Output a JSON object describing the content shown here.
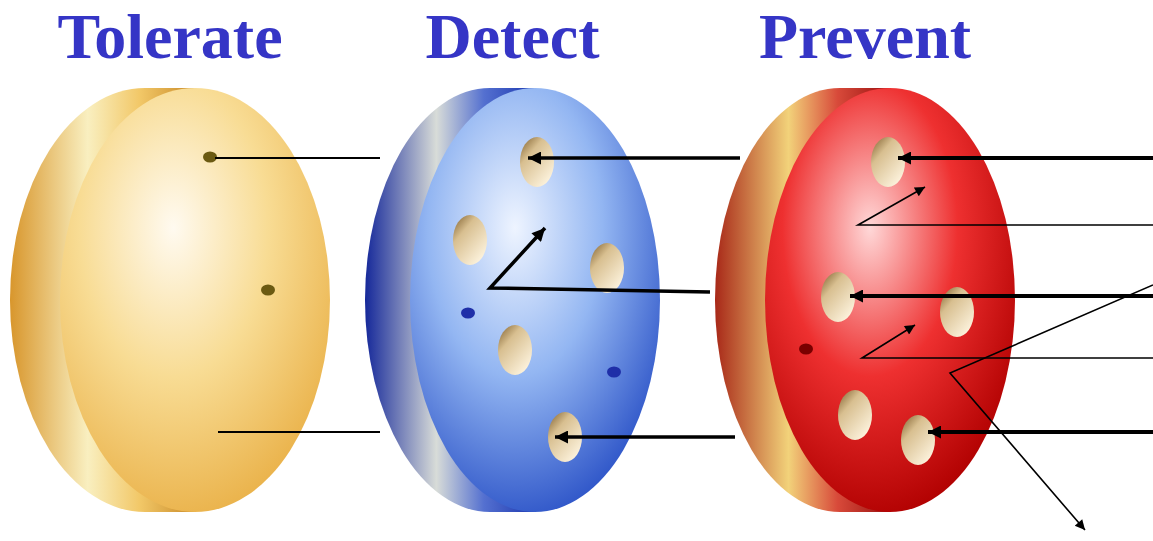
{
  "diagram": {
    "nodes": [
      {
        "text": [
          "Tolerate"
        ]
      },
      {
        "text": [
          "Detect"
        ]
      },
      {
        "text": [
          "Prevent"
        ]
      }
    ],
    "edges": [
      {
        "from": 1,
        "to": 0,
        "arrow": "none"
      },
      {
        "from": 1,
        "to": 0,
        "arrow": "none"
      },
      {
        "from": 2,
        "to": 1,
        "arrow": "to"
      },
      {
        "from": 2,
        "to": 1,
        "arrow": "to"
      },
      {
        "from": 2,
        "to": 1,
        "arrow": "to"
      }
    ]
  }
}
